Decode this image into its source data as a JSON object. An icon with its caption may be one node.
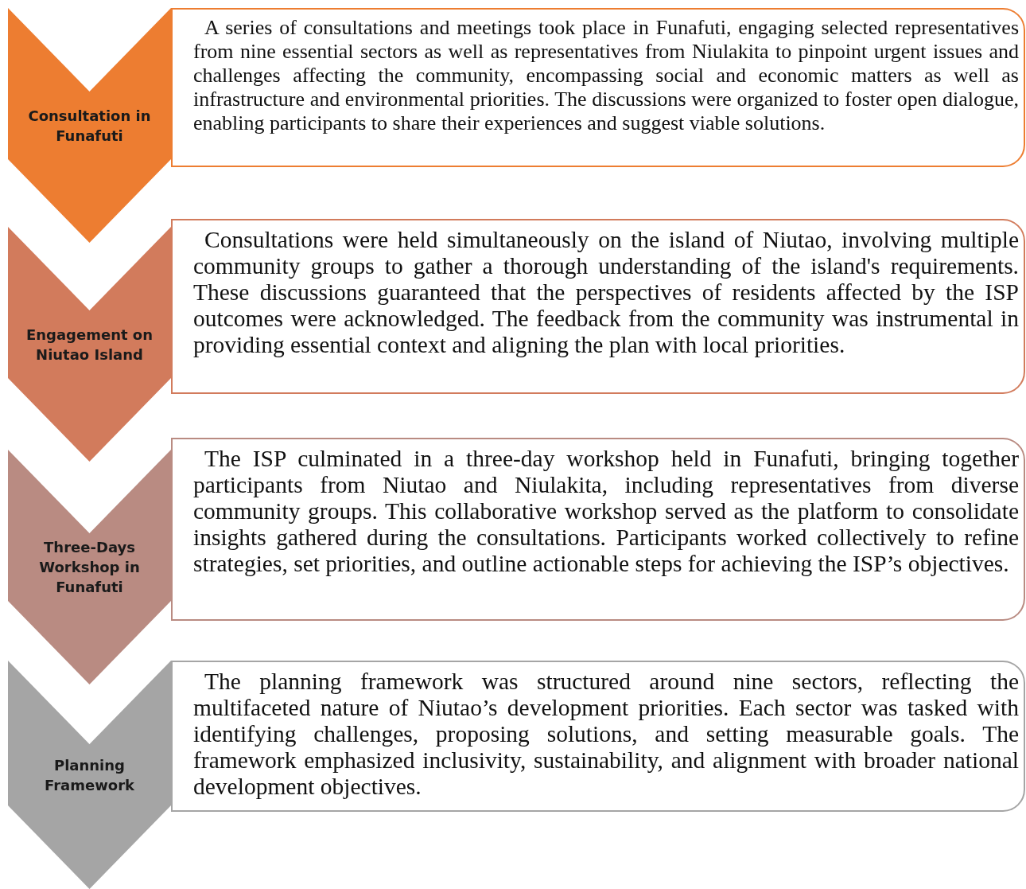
{
  "diagram": {
    "nodes": [
      {
        "text": [
          "Consultation in Funafuti"
        ]
      },
      {
        "text": [
          "A series of consultations and meetings took place in Funafuti, engaging selected representatives from nine essential sectors as well as representatives from Niulakita to pinpoint urgent issues and challenges affecting the community, encompassing social and economic matters as well as infrastructure and environmental priorities. The discussions were organized to foster open dialogue, enabling participants to share their experiences and suggest viable solutions."
        ]
      },
      {
        "text": [
          "Engagement on Niutao Island"
        ]
      },
      {
        "text": [
          "Consultations were held simultaneously on the island of Niutao, involving multiple community groups to gather a thorough understanding of the island's requirements. These discussions guaranteed that the perspectives of residents affected by the ISP outcomes were acknowledged. The feedback from the community was instrumental in providing essential context and aligning the plan with local priorities."
        ]
      },
      {
        "text": [
          "Three-Days Workshop in Funafuti"
        ]
      },
      {
        "text": [
          "The ISP culminated in a three-day workshop held in Funafuti, bringing together participants from Niutao and Niulakita, including representatives from diverse community groups. This collaborative workshop served as the platform to consolidate insights gathered during the consultations. Participants worked collectively to refine strategies, set priorities, and outline actionable steps for achieving the ISP’s objectives."
        ]
      },
      {
        "text": [
          "Planning Framework"
        ]
      },
      {
        "text": [
          "The planning framework was structured around nine sectors, reflecting the multifaceted nature of Niutao’s development priorities. Each sector was tasked with identifying challenges, proposing solutions, and setting measurable goals. The framework emphasized inclusivity, sustainability, and alignment with broader national development objectives."
        ]
      }
    ]
  }
}
